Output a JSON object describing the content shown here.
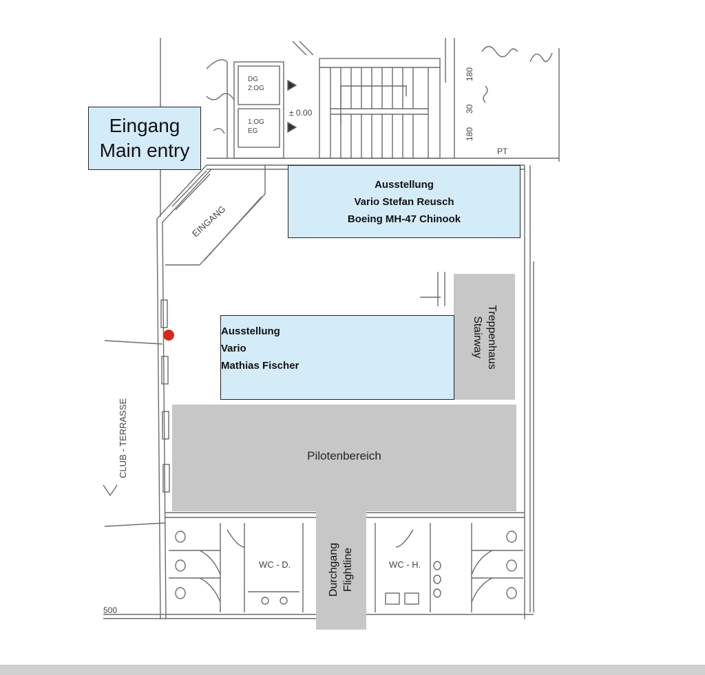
{
  "colors": {
    "exhibit_blue": "#d4ebf8",
    "area_gray": "#c7c7c7",
    "marker_red": "#d9261c",
    "plan_line": "#6a6a6a"
  },
  "entry_box": {
    "line1": "Eingang",
    "line2": "Main entry"
  },
  "exhibit_top": {
    "line1": "Ausstellung",
    "line2": "Vario Stefan Reusch",
    "line3": "Boeing MH-47 Chinook"
  },
  "exhibit_center": {
    "line1": "Ausstellung",
    "line2": "Vario",
    "line3": "Mathias Fischer"
  },
  "stairway": {
    "line1": "Treppenhaus",
    "line2": "Stairway"
  },
  "pilot_area": {
    "label": "Pilotenbereich"
  },
  "passage": {
    "line1": "Durchgang",
    "line2": "Flightline"
  },
  "plan_labels": {
    "eingang": "EINGANG",
    "club_terrasse": "CLUB - TERRASSE",
    "wc_d": "WC - D.",
    "wc_h": "WC - H.",
    "dg": "DG",
    "og2": "2.OG",
    "og1": "1.OG",
    "eg": "EG",
    "level": "± 0.00",
    "pt": "PT",
    "dim_500": "500",
    "dim_180a": "180",
    "dim_180b": "180",
    "dim_30": "30"
  },
  "markers": [
    {
      "name": "location-marker",
      "color": "#d9261c"
    }
  ]
}
